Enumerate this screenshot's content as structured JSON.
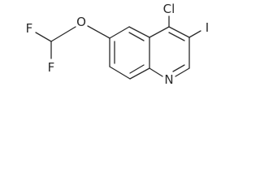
{
  "molecule": {
    "atoms": {
      "cl": "Cl",
      "i": "I",
      "n": "N",
      "o": "O",
      "f_top": "F",
      "f_bottom": "F"
    }
  },
  "colors": {
    "bond": "#2a2a2a",
    "text": "#2a2a2a",
    "background": "#ffffff"
  }
}
